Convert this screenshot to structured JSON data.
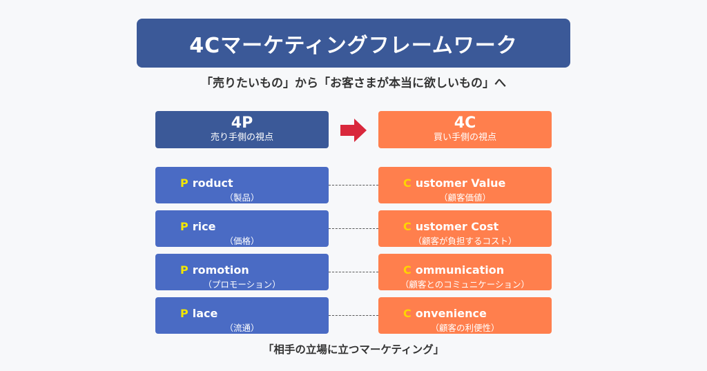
{
  "title": "4Cマーケティングフレームワーク",
  "subtitle": "「売りたいもの」から「お客さまが本当に欲しいもの」へ",
  "colors": {
    "title_bg": "#3b5998",
    "p_header": "#3b5998",
    "p_row": "#4a6bc4",
    "c_header": "#ff7f4d",
    "c_row": "#ff7f4d",
    "arrow": "#d9283c",
    "highlight_letter": "#f2e600"
  },
  "headers": {
    "left": {
      "title": "4P",
      "caption": "売り手側の視点"
    },
    "right": {
      "title": "4C",
      "caption": "買い手側の視点"
    },
    "arrow_icon": "right-arrow-icon"
  },
  "rows": [
    {
      "p": {
        "letter": "P",
        "rest": "roduct",
        "jp": "（製品）"
      },
      "c": {
        "letter": "C",
        "rest": "ustomer Value",
        "jp": "（顧客価値）"
      }
    },
    {
      "p": {
        "letter": "P",
        "rest": "rice",
        "jp": "（価格）"
      },
      "c": {
        "letter": "C",
        "rest": "ustomer Cost",
        "jp": "（顧客が負担するコスト）"
      }
    },
    {
      "p": {
        "letter": "P",
        "rest": "romotion",
        "jp": "（プロモーション）"
      },
      "c": {
        "letter": "C",
        "rest": "ommunication",
        "jp": "（顧客とのコミュニケーション）"
      }
    },
    {
      "p": {
        "letter": "P",
        "rest": "lace",
        "jp": "（流通）"
      },
      "c": {
        "letter": "C",
        "rest": "onvenience",
        "jp": "（顧客の利便性）"
      }
    }
  ],
  "footer": "「相手の立場に立つマーケティング」"
}
